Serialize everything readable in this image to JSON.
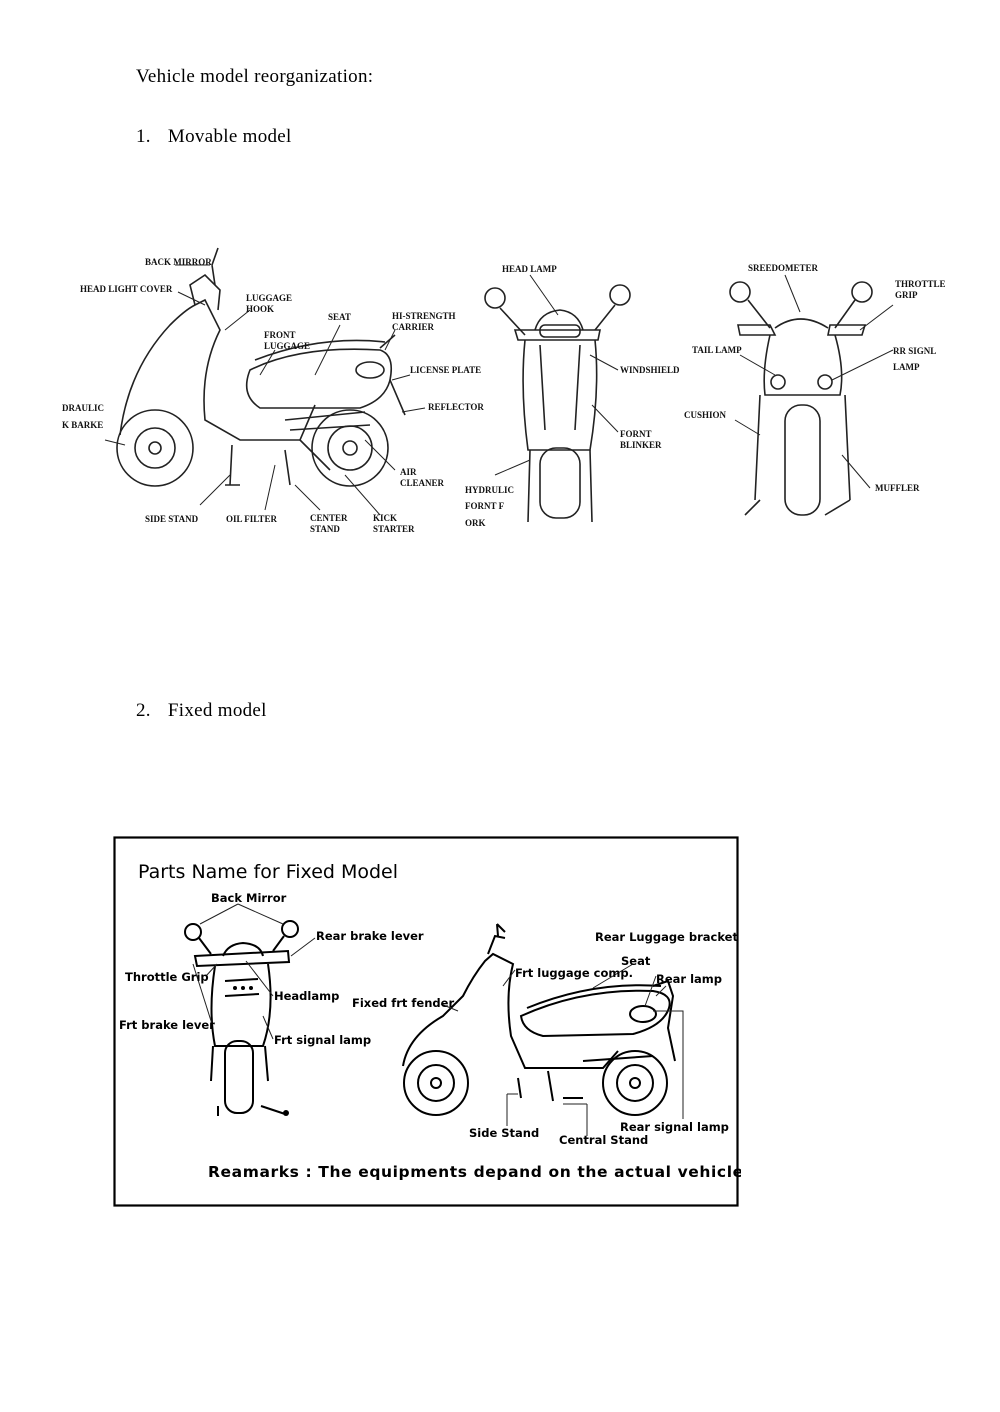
{
  "heading": "Vehicle model reorganization:",
  "section1": {
    "number": "1.",
    "title": "Movable model"
  },
  "section2": {
    "number": "2.",
    "title": "Fixed model"
  },
  "movable_labels": {
    "back_mirror": "BACK MIRROR",
    "head_light_cover": "HEAD LIGHT COVER",
    "luggage_hook_1": "LUGGAGE",
    "luggage_hook_2": "HOOK",
    "front_luggage_1": "FRONT",
    "front_luggage_2": "LUGGAGE",
    "seat": "SEAT",
    "carrier_1": "HI-STRENGTH",
    "carrier_2": "CARRIER",
    "license_plate": "LICENSE PLATE",
    "reflector": "REFLECTOR",
    "hydraulic_brake_1": "DRAULIC",
    "hydraulic_brake_2": "K BARKE",
    "air_cleaner_1": "AIR",
    "air_cleaner_2": "CLEANER",
    "side_stand": "SIDE STAND",
    "oil_filter": "OIL FILTER",
    "center_stand_1": "CENTER",
    "center_stand_2": "STAND",
    "kick_starter_1": "KICK",
    "kick_starter_2": "STARTER",
    "head_lamp": "HEAD LAMP",
    "windshield": "WINDSHIELD",
    "front_blinker_1": "FORNT",
    "front_blinker_2": "BLINKER",
    "hydraulic_fork_1": "HYDRULIC",
    "hydraulic_fork_2": "FORNT F",
    "hydraulic_fork_3": "ORK",
    "speedometer": "SREEDOMETER",
    "throttle_grip_1": "THROTTLE",
    "throttle_grip_2": "GRIP",
    "tail_lamp": "TAIL LAMP",
    "rr_signal_lamp_1": "RR SIGNL",
    "rr_signal_lamp_2": "LAMP",
    "cushion": "CUSHION",
    "muffler": "MUFFLER"
  },
  "fixed_panel": {
    "title": "Parts Name for Fixed Model",
    "back_mirror": "Back Mirror",
    "rear_brake_lever": "Rear brake lever",
    "throttle_grip": "Throttle Grip",
    "headlamp": "Headlamp",
    "frt_brake_lever": "Frt brake lever",
    "frt_signal_lamp": "Frt signal lamp",
    "rear_luggage_bracket": "Rear Luggage bracket",
    "seat": "Seat",
    "frt_luggage_comp": "Frt luggage comp.",
    "rear_lamp": "Rear lamp",
    "fixed_frt_fender": "Fixed frt fender",
    "side_stand": "Side Stand",
    "central_stand": "Central Stand",
    "rear_signal_lamp": "Rear signal lamp",
    "remarks": "Reamarks : The equipments depand on the actual vehicle."
  }
}
